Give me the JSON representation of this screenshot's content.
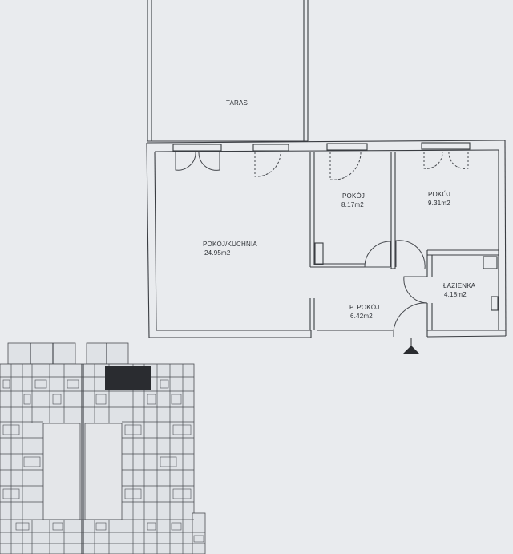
{
  "rooms": {
    "taras": {
      "name": "TARAS"
    },
    "pokoj_kuchnia": {
      "name": "POKÓJ/KUCHNIA",
      "area": "24.95m2"
    },
    "pokoj1": {
      "name": "POKÓJ",
      "area": "8.17m2"
    },
    "pokoj2": {
      "name": "POKÓJ",
      "area": "9.31m2"
    },
    "lazienka": {
      "name": "ŁAZIENKA",
      "area": "4.18m2"
    },
    "przedpokoj": {
      "name": "P. POKÓJ",
      "area": "6.42m2"
    }
  },
  "colors": {
    "wall": "#3a3d42",
    "paper": "#e9ebee",
    "highlight": "#2a2c30"
  },
  "icons": {
    "entrance": "entrance-arrow-icon"
  }
}
